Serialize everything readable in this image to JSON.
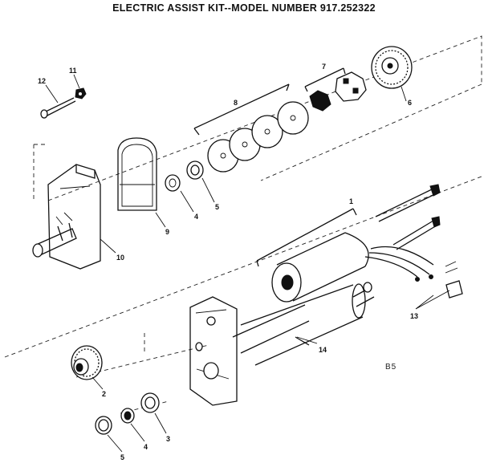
{
  "title": "ELECTRIC ASSIST KIT--MODEL NUMBER 917.252322",
  "drawing_code": "B5",
  "callouts": {
    "c1": "1",
    "c2": "2",
    "c3": "3",
    "c4a": "4",
    "c4b": "4",
    "c5a": "5",
    "c5b": "5",
    "c6": "6",
    "c7": "7",
    "c8": "8",
    "c9": "9",
    "c10": "10",
    "c11": "11",
    "c12": "12",
    "c13": "13",
    "c14": "14"
  }
}
